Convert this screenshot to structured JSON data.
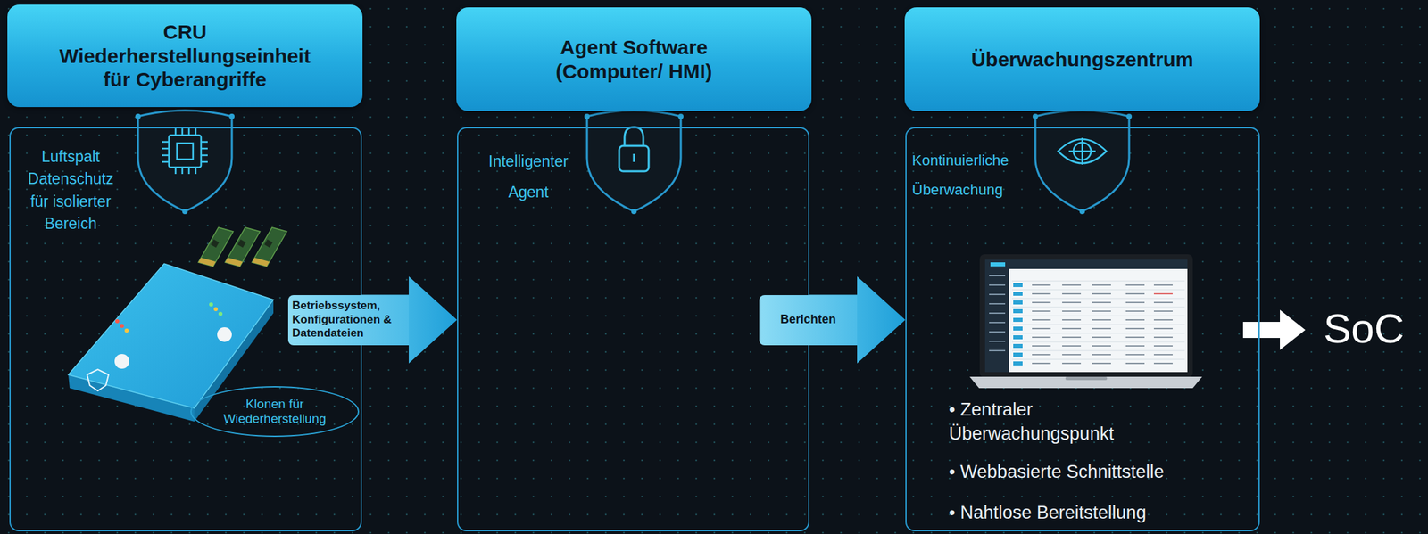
{
  "diagram": {
    "nodes": [
      {
        "text": [
          "CRU Wiederherstellungseinheit für Cyberangriffe"
        ]
      },
      {
        "text": [
          "Luftspalt Datenschutz für isolierter Bereich"
        ]
      },
      {
        "text": [
          "Klonen für Wiederherstellung"
        ],
        "in": 1
      },
      {
        "text": [
          "Agent Software (Computer/ HMI)"
        ]
      },
      {
        "text": [
          "Intelligenter Agent"
        ]
      },
      {
        "text": [
          "Überwachungszentrum"
        ]
      },
      {
        "text": [
          "Kontinuierliche Überwachung",
          "• Zentraler Überwachungspunkt",
          "• Webbasierte Schnittstelle",
          "• Nahtlose Bereitstellung"
        ]
      }
    ],
    "edges": [
      {
        "from": 1,
        "to": 4,
        "label": "Betriebssystem, Konfigurationen & Datendateien",
        "arrow": "to"
      },
      {
        "from": 4,
        "to": 6,
        "label": "Berichten",
        "arrow": "to"
      }
    ],
    "labels": [
      "SoC"
    ]
  }
}
